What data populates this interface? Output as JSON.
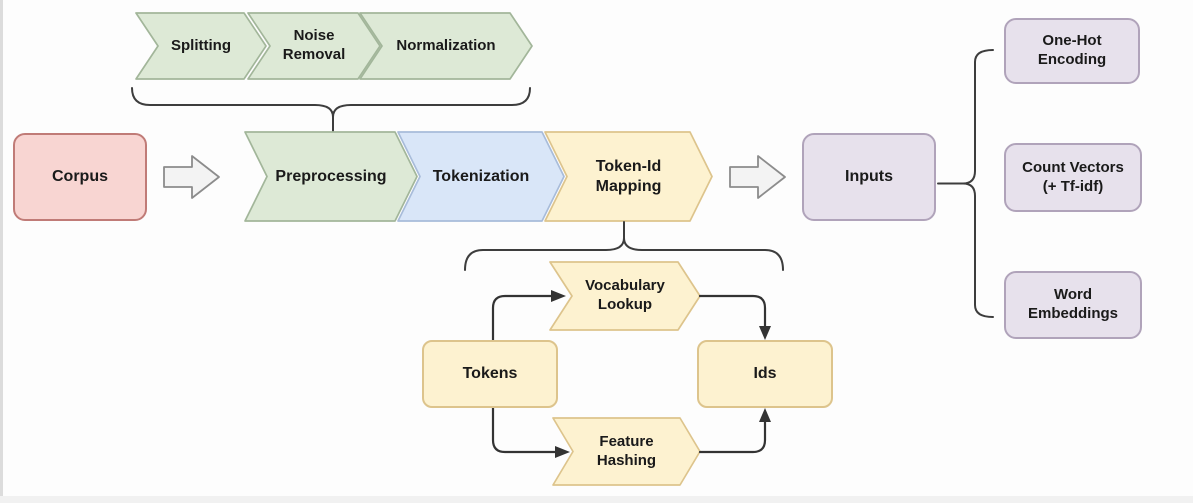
{
  "diagram": {
    "preprocessing_steps": [
      "Splitting",
      "Noise Removal",
      "Normalization"
    ],
    "pipeline": {
      "source": "Corpus",
      "stages": [
        "Preprocessing",
        "Tokenization",
        "Token-Id Mapping"
      ],
      "output": "Inputs"
    },
    "input_representations": [
      "One-Hot Encoding",
      "Count Vectors (+ Tf-idf)",
      "Word Embeddings"
    ],
    "token_id_mapping_detail": {
      "input": "Tokens",
      "methods": [
        "Vocabulary Lookup",
        "Feature Hashing"
      ],
      "output": "Ids"
    },
    "colors": {
      "green_fill": "#dde9d6",
      "green_stroke": "#a2b69a",
      "blue_fill": "#d9e6f8",
      "blue_stroke": "#a8bcda",
      "yellow_fill": "#fdf2d0",
      "yellow_stroke": "#ddc48c",
      "pink_fill": "#f8d5d2",
      "pink_stroke": "#c07b77",
      "purple_fill": "#e7e1ec",
      "purple_stroke": "#b0a3ba",
      "block_arrow_fill": "#f3f3f3",
      "block_arrow_stroke": "#8c8c8c",
      "connector": "#333333",
      "text": "#1a1a1a"
    }
  }
}
